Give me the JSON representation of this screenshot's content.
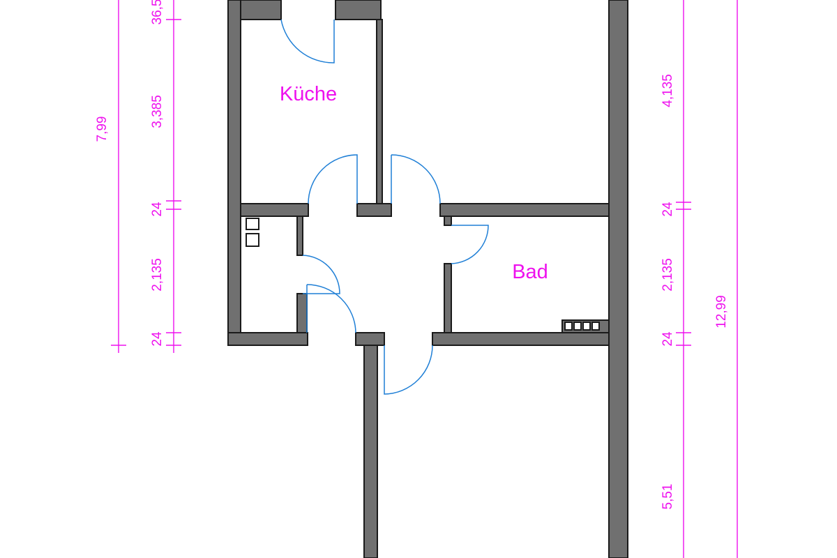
{
  "rooms": {
    "kitchen": {
      "label": "Küche"
    },
    "bath": {
      "label": "Bad"
    }
  },
  "dimensions": {
    "left_outer": {
      "total": "7,99"
    },
    "left_inner": {
      "seg_top": "36,5",
      "seg_kitchen": "3,385",
      "seg_wall1": "24",
      "seg_hall": "2,135",
      "seg_wall2": "24"
    },
    "right_inner": {
      "seg_room_top": "4,135",
      "seg_wall1": "24",
      "seg_bath": "2,135",
      "seg_wall2": "24",
      "seg_room_bottom": "5,51"
    },
    "right_outer": {
      "total": "12,99"
    }
  },
  "colors": {
    "wall": "#707070",
    "dimension": "#ee11ee",
    "door": "#1f7fd6"
  }
}
